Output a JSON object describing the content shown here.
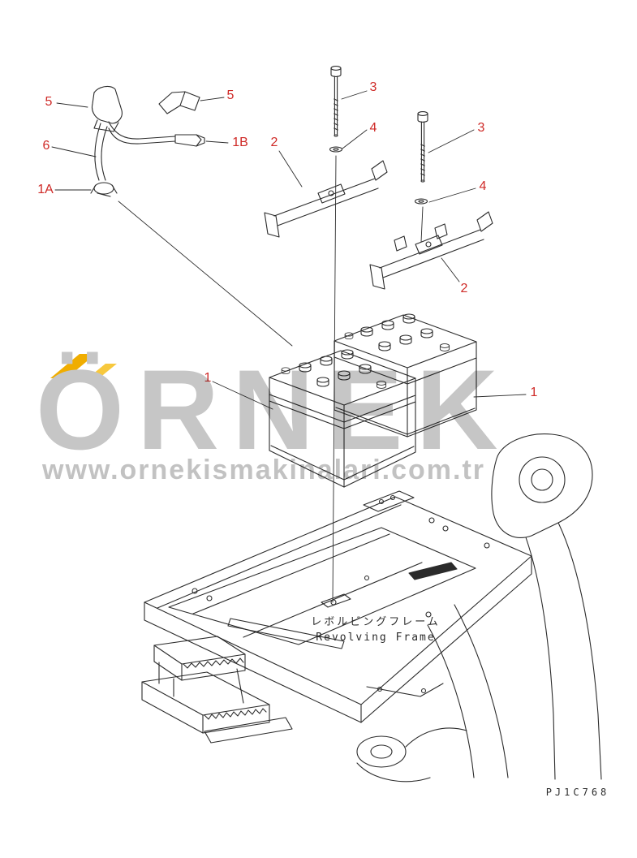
{
  "diagram": {
    "type": "exploded-parts-diagram",
    "callouts": [
      {
        "id": "terminal-cover-left",
        "label": "5"
      },
      {
        "id": "terminal-cover-right",
        "label": "5"
      },
      {
        "id": "battery-cable",
        "label": "6"
      },
      {
        "id": "terminal-1b",
        "label": "1B"
      },
      {
        "id": "holddown-bracket-upper",
        "label": "2"
      },
      {
        "id": "bolt-left",
        "label": "3"
      },
      {
        "id": "washer-left",
        "label": "4"
      },
      {
        "id": "bolt-right",
        "label": "3"
      },
      {
        "id": "washer-right",
        "label": "4"
      },
      {
        "id": "clamp-1a",
        "label": "1A"
      },
      {
        "id": "holddown-bracket-lower",
        "label": "2"
      },
      {
        "id": "battery-front",
        "label": "1"
      },
      {
        "id": "battery-rear",
        "label": "1"
      }
    ],
    "frame_label_jp": "レボルビングフレーム",
    "frame_label_en": "Revolving Frame",
    "part_code": "PJ1C768"
  },
  "watermark": {
    "brand": "ÖRNEK",
    "url": "www.ornekismakinalari.com.tr",
    "text_color": "#c6c6c6",
    "flag_color": "#f0ad00"
  },
  "colors": {
    "callout_red": "#cf2a27",
    "line": "#2b2b2b",
    "background": "#ffffff"
  }
}
